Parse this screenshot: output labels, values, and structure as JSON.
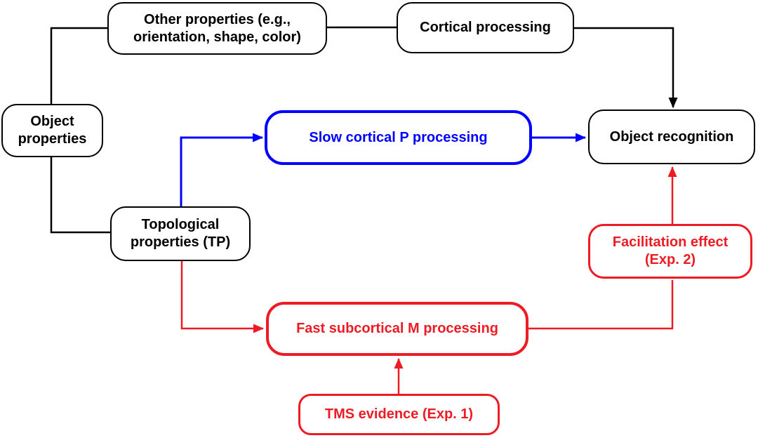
{
  "diagram": {
    "type": "flowchart",
    "nodes": [
      {
        "id": "object-properties",
        "label": "Object\nproperties",
        "color": "black"
      },
      {
        "id": "other-properties",
        "label": "Other properties (e.g.,\norientation, shape, color)",
        "color": "black"
      },
      {
        "id": "cortical-processing",
        "label": "Cortical processing",
        "color": "black"
      },
      {
        "id": "slow-cortical-p",
        "label": "Slow cortical P processing",
        "color": "blue"
      },
      {
        "id": "object-recognition",
        "label": "Object recognition",
        "color": "black"
      },
      {
        "id": "topological-properties",
        "label": "Topological\nproperties (TP)",
        "color": "black"
      },
      {
        "id": "facilitation-effect",
        "label": "Facilitation effect\n(Exp. 2)",
        "color": "red"
      },
      {
        "id": "fast-subcortical-m",
        "label": "Fast subcortical M processing",
        "color": "red"
      },
      {
        "id": "tms-evidence",
        "label": "TMS evidence (Exp. 1)",
        "color": "red"
      }
    ],
    "edges": [
      {
        "from": "object-properties",
        "to": "other-properties",
        "color": "black",
        "arrowhead": false
      },
      {
        "from": "object-properties",
        "to": "topological-properties",
        "color": "black",
        "arrowhead": false
      },
      {
        "from": "other-properties",
        "to": "cortical-processing",
        "color": "black",
        "arrowhead": false
      },
      {
        "from": "cortical-processing",
        "to": "object-recognition",
        "color": "black",
        "arrowhead": true
      },
      {
        "from": "topological-properties",
        "to": "slow-cortical-p",
        "color": "blue",
        "arrowhead": true
      },
      {
        "from": "slow-cortical-p",
        "to": "object-recognition",
        "color": "blue",
        "arrowhead": true
      },
      {
        "from": "topological-properties",
        "to": "fast-subcortical-m",
        "color": "red",
        "arrowhead": true
      },
      {
        "from": "fast-subcortical-m",
        "to": "facilitation-effect",
        "color": "red",
        "arrowhead": false
      },
      {
        "from": "facilitation-effect",
        "to": "object-recognition",
        "color": "red",
        "arrowhead": true
      },
      {
        "from": "tms-evidence",
        "to": "fast-subcortical-m",
        "color": "red",
        "arrowhead": true
      }
    ]
  },
  "colors": {
    "black": "#000000",
    "blue": "#0000FF",
    "red": "#ED1C24",
    "background": "#FFFFFF"
  }
}
